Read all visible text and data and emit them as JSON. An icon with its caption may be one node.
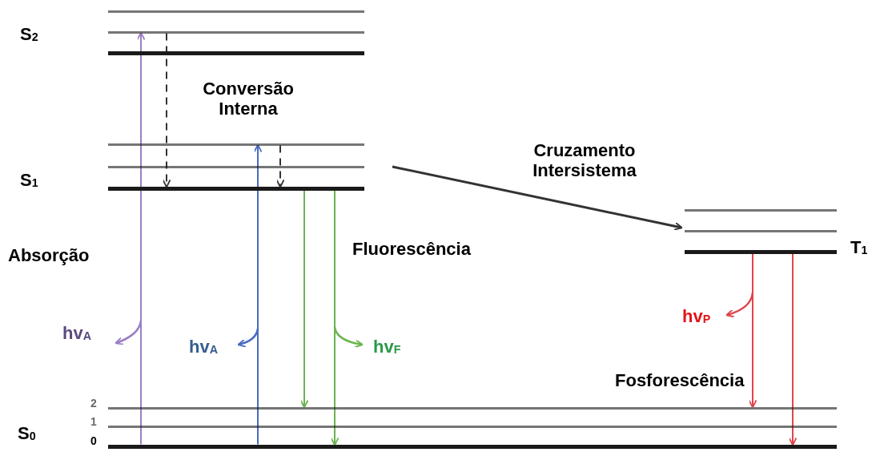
{
  "diagram": {
    "nodes": [
      {
        "text": [],
        "shape": "bar"
      },
      {
        "text": [],
        "shape": "bar"
      },
      {
        "text": [],
        "shape": "bar"
      },
      {
        "text": [],
        "shape": "bar"
      },
      {
        "text": [],
        "shape": "bar"
      },
      {
        "text": [],
        "shape": "bar"
      },
      {
        "text": [],
        "shape": "bar"
      },
      {
        "text": [],
        "shape": "bar"
      },
      {
        "text": [],
        "shape": "bar"
      },
      {
        "text": [],
        "shape": "bar",
        "beside": [
          "2"
        ]
      },
      {
        "text": [],
        "shape": "bar",
        "beside": [
          "1"
        ]
      },
      {
        "text": [],
        "shape": "bar",
        "beside": [
          "0"
        ]
      }
    ],
    "edges": [
      {
        "from": 11,
        "to": 1,
        "arrow": "to",
        "color": "#9b7fc4"
      },
      {
        "from": 1,
        "to": 5,
        "arrow": "to",
        "style": "dashed"
      },
      {
        "from": 11,
        "to": 3,
        "arrow": "to",
        "color": "#4a6cc0"
      },
      {
        "from": 3,
        "to": 5,
        "arrow": "to",
        "style": "dashed"
      },
      {
        "from": 5,
        "to": 9,
        "arrow": "to",
        "color": "#6bb44f"
      },
      {
        "from": 5,
        "to": 11,
        "arrow": "to",
        "color": "#6bb44f"
      },
      {
        "from": 4,
        "to": 7,
        "arrow": "to"
      },
      {
        "from": 8,
        "to": 9,
        "arrow": "to",
        "color": "#e0454a"
      },
      {
        "from": 8,
        "to": 11,
        "arrow": "to",
        "color": "#e0454a"
      }
    ],
    "labels": [
      "S$_{2}$",
      "Conversão Interna",
      "Cruzamento Intersistema",
      "S$_{1}$",
      "T$_{1}$",
      "Absorção",
      "Fluorescência",
      "hv$_{A}$",
      "hv$_{A}$",
      "hv$_{F}$",
      "hv$_{P}$",
      "Fosforescência",
      "S$_{0}$"
    ]
  }
}
